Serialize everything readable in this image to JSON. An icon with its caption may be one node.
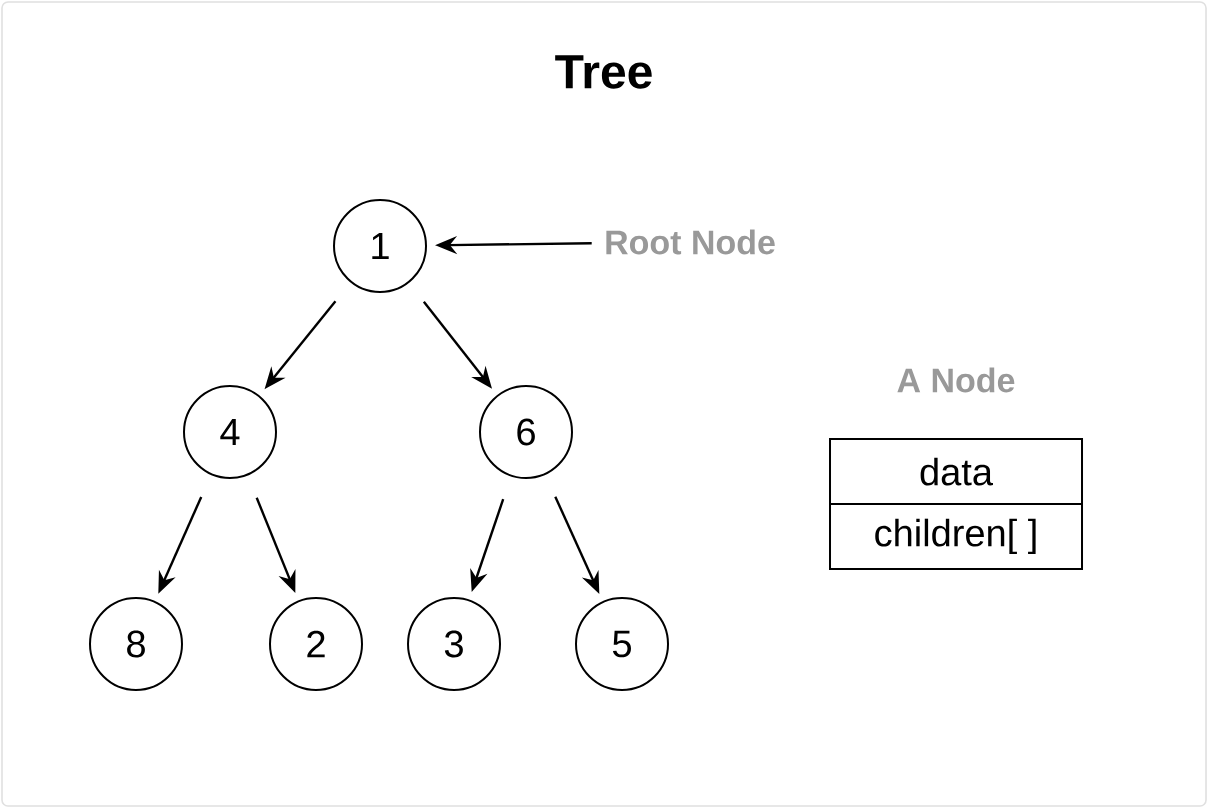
{
  "diagram": {
    "title": "Tree",
    "nodes": [
      {
        "text": [
          "1"
        ]
      },
      {
        "text": [
          "4"
        ]
      },
      {
        "text": [
          "6"
        ]
      },
      {
        "text": [
          "8"
        ]
      },
      {
        "text": [
          "2"
        ]
      },
      {
        "text": [
          "3"
        ]
      },
      {
        "text": [
          "5"
        ]
      },
      {
        "text": [
          "Root Node"
        ]
      },
      {
        "text": [
          "A Node",
          "data",
          "children[ ]"
        ]
      }
    ],
    "edges": [
      {
        "from": 0,
        "to": 1,
        "arrow": "to"
      },
      {
        "from": 0,
        "to": 2,
        "arrow": "to"
      },
      {
        "from": 1,
        "to": 3,
        "arrow": "to"
      },
      {
        "from": 1,
        "to": 4,
        "arrow": "to"
      },
      {
        "from": 2,
        "to": 5,
        "arrow": "to"
      },
      {
        "from": 2,
        "to": 6,
        "arrow": "to"
      },
      {
        "from": 7,
        "to": 0,
        "arrow": "to"
      }
    ]
  }
}
